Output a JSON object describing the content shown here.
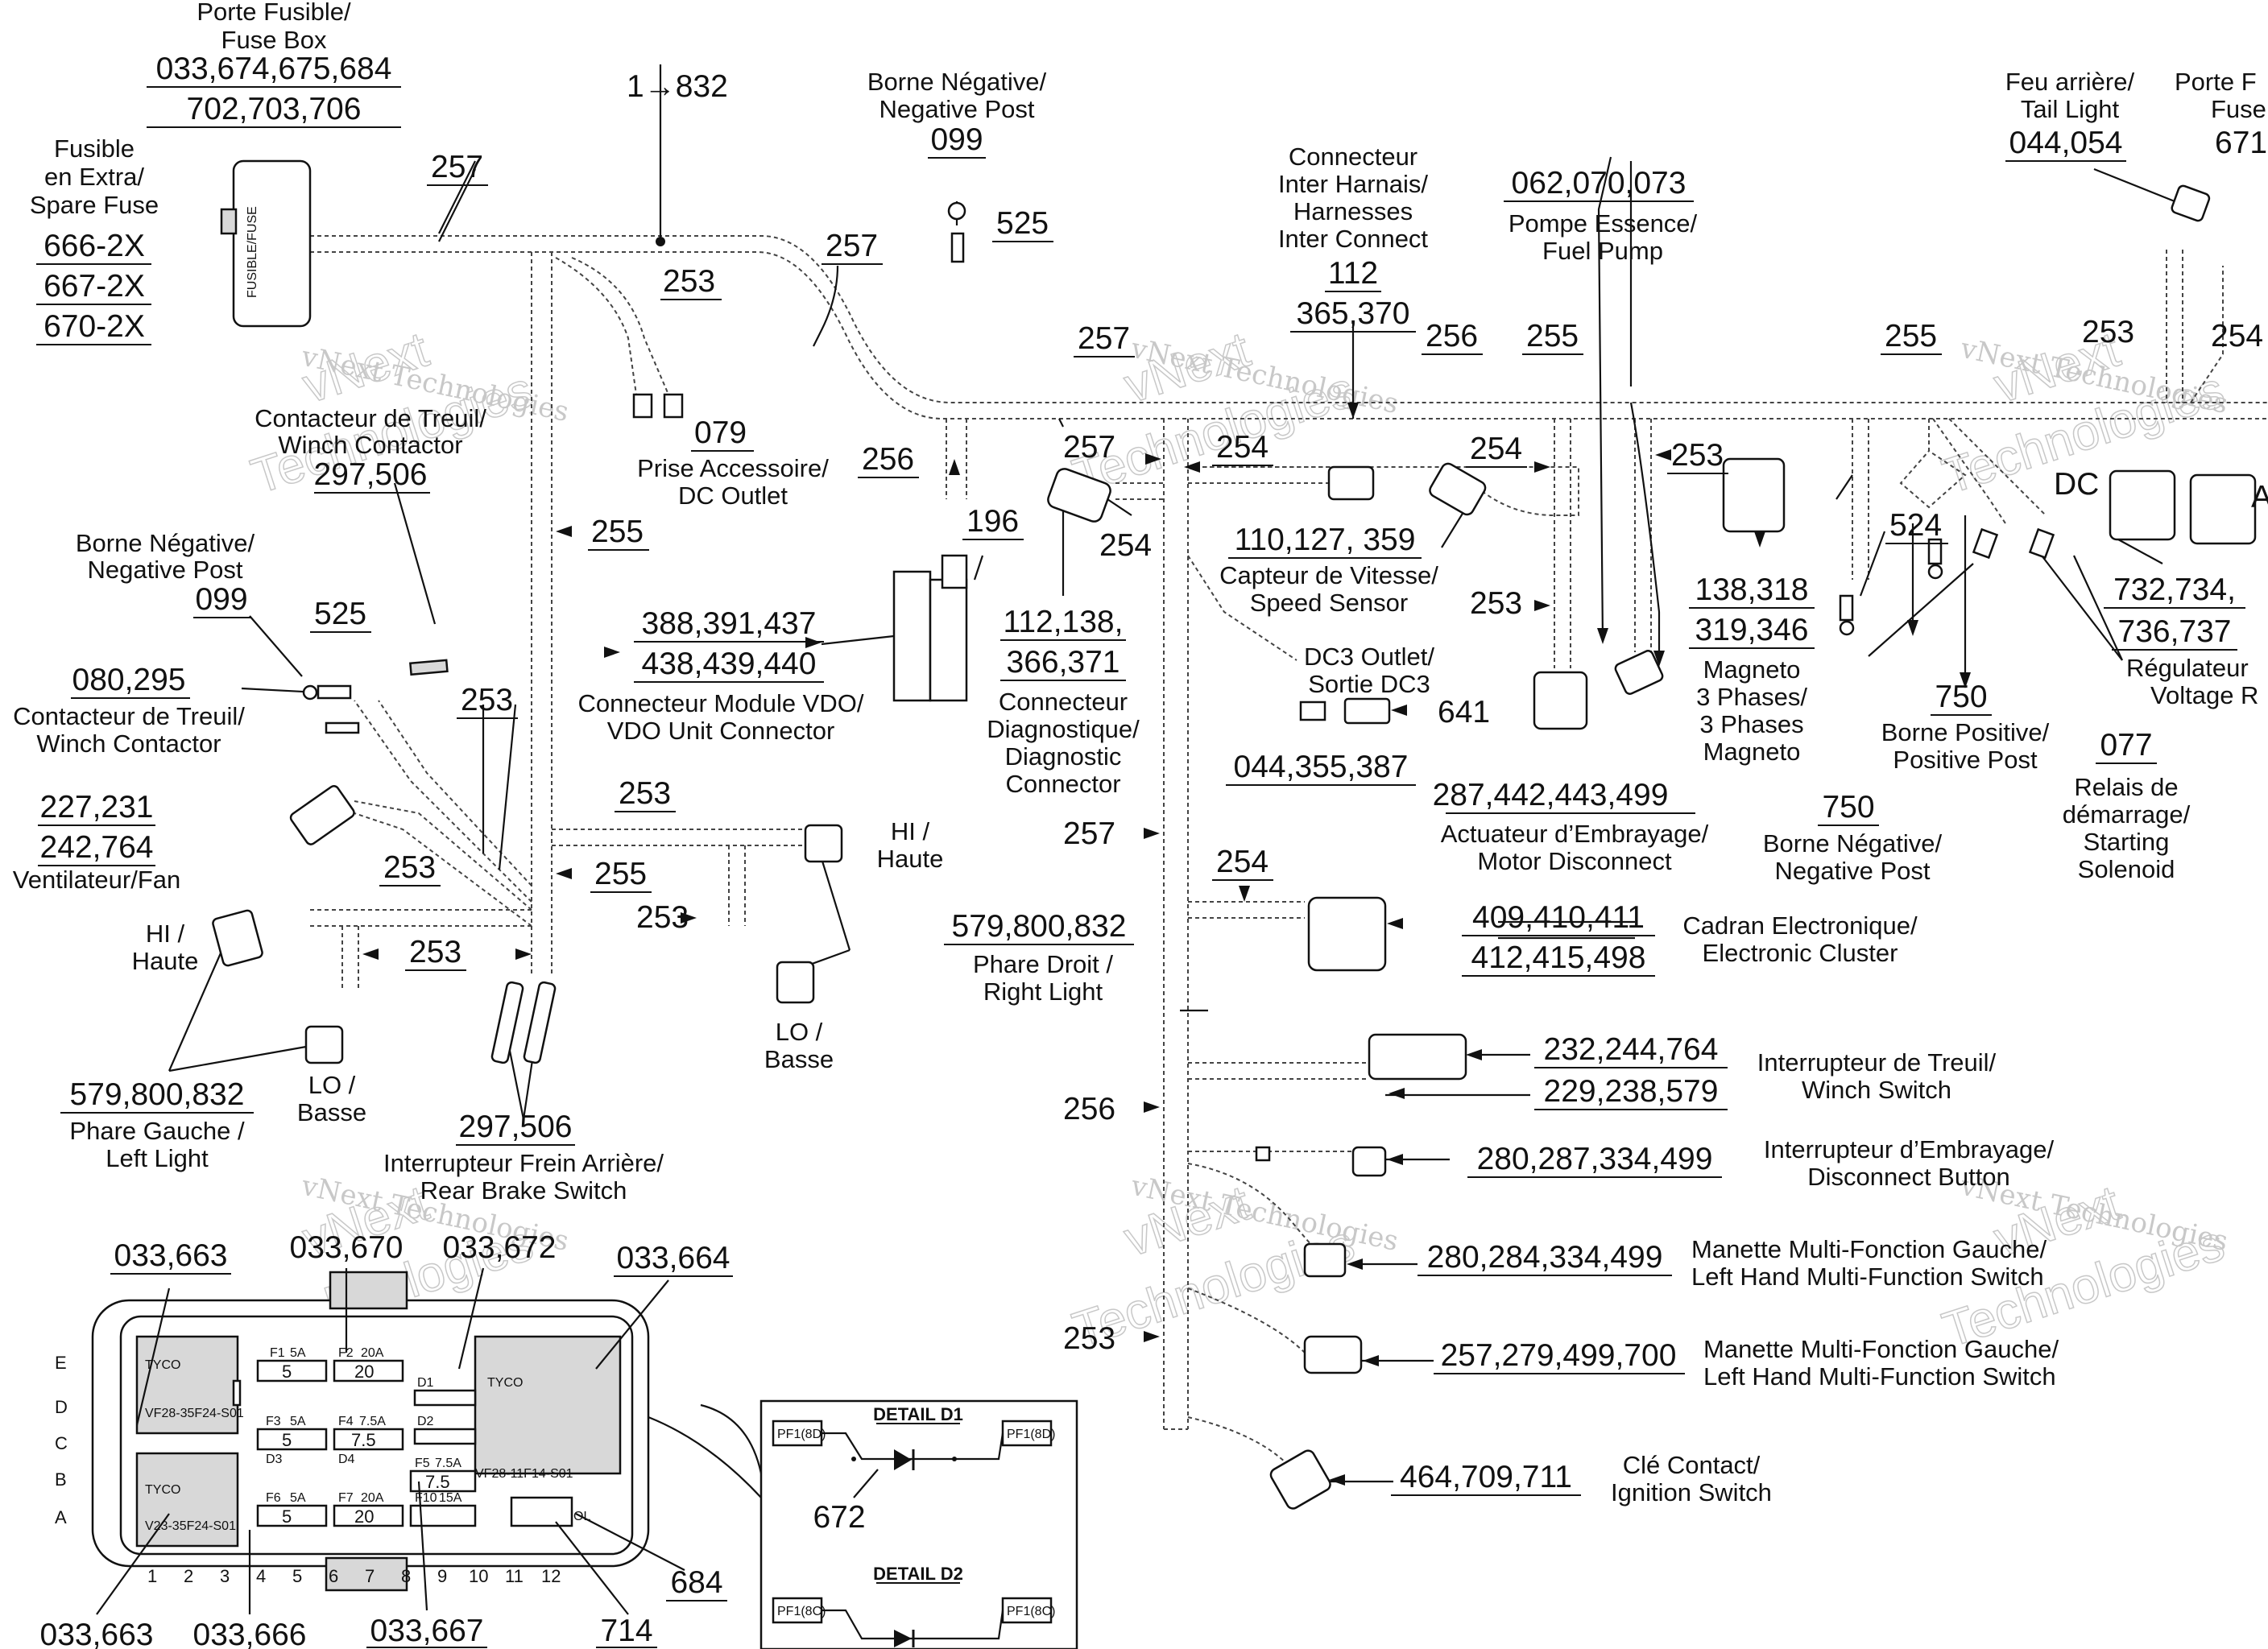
{
  "fuse_box": {
    "label_fr": "Porte Fusible/",
    "label_en": "Fuse Box",
    "refs": [
      "033,674,675,684",
      "702,703,706"
    ],
    "stamp": "FUSIBLE/FUSE"
  },
  "spare_fuse": {
    "label": [
      "Fusible",
      "en Extra/",
      "Spare Fuse"
    ],
    "refs": [
      "666-2X",
      "667-2X",
      "670-2X"
    ]
  },
  "range_ref": "1→832",
  "wires": {
    "w257": "257",
    "w256": "256",
    "w255": "255",
    "w254": "254",
    "w253": "253"
  },
  "negative_post_top": {
    "label": [
      "Borne Négative/",
      "Negative Post"
    ],
    "ref": "099",
    "part": "525"
  },
  "accessory_outlet": {
    "ref": "079",
    "label": [
      "Prise Accessoire/",
      "DC Outlet"
    ]
  },
  "winch_contactor_top": {
    "label": [
      "Contacteur de Treuil/",
      "Winch Contactor"
    ],
    "ref": "297,506"
  },
  "negative_post_left": {
    "label": [
      "Borne Négative/",
      "Negative Post"
    ],
    "ref": "099",
    "part": "525"
  },
  "winch_contactor_left": {
    "ref": "080,295",
    "label": [
      "Contacteur de Treuil/",
      "Winch Contactor"
    ]
  },
  "fan": {
    "refs": [
      "227,231",
      "242,764"
    ],
    "label": "Ventilateur/Fan"
  },
  "left_hi": [
    "HI /",
    "Haute"
  ],
  "left_lo": [
    "LO /",
    "Basse"
  ],
  "left_light": {
    "ref": "579,800,832",
    "label": [
      "Phare Gauche /",
      "Left Light"
    ]
  },
  "rear_brake": {
    "ref": "297,506",
    "label": [
      "Interrupteur Frein Arrière/",
      "Rear Brake Switch"
    ]
  },
  "right_hi": [
    "HI /",
    "Haute"
  ],
  "right_lo": [
    "LO /",
    "Basse"
  ],
  "right_light": {
    "ref": "579,800,832",
    "label": [
      "Phare Droit /",
      "Right Light"
    ]
  },
  "vdo": {
    "part": "196",
    "refs": [
      "388,391,437",
      "438,439,440"
    ],
    "label": [
      "Connecteur Module VDO/",
      "VDO Unit Connector"
    ]
  },
  "diag": {
    "refs": [
      "112,138,",
      "366,371"
    ],
    "label": [
      "Connecteur",
      "Diagnostique/",
      "Diagnostic",
      "Connector"
    ]
  },
  "inter_harness": {
    "label": [
      "Connecteur",
      "Inter Harnais/",
      "Harnesses",
      "Inter Connect"
    ],
    "refs": [
      "112",
      "365,370"
    ]
  },
  "speed_sensor": {
    "ref": "110,127, 359",
    "label": [
      "Capteur de Vitesse/",
      "Speed Sensor"
    ]
  },
  "dc3": {
    "label": [
      "DC3 Outlet/",
      "Sortie DC3"
    ],
    "part": "641",
    "ref": "044,355,387"
  },
  "fuel_pump": {
    "ref": "062,070,073",
    "label": [
      "Pompe Essence/",
      "Fuel Pump"
    ]
  },
  "magneto": {
    "refs": [
      "138,318",
      "319,346"
    ],
    "label": [
      "Magneto",
      "3 Phases/",
      "3 Phases",
      "Magneto"
    ]
  },
  "motor_disconnect": {
    "ref": "287,442,443,499",
    "label": [
      "Actuateur d’Embrayage/",
      "Motor Disconnect"
    ]
  },
  "tail_light": {
    "label": [
      "Feu arrière/",
      "Tail Light"
    ],
    "ref": "044,054"
  },
  "fuse_right": {
    "label": [
      "Porte F",
      "Fuse"
    ],
    "ref": "671"
  },
  "regulator": {
    "dc": "DC",
    "ac": "A",
    "refs": [
      "732,734,",
      "736,737"
    ],
    "label": [
      "Régulateur",
      "Voltage R"
    ]
  },
  "pos_post": {
    "part": "524",
    "ref": "750",
    "label": [
      "Borne Positive/",
      "Positive Post"
    ]
  },
  "neg_post_right": {
    "ref": "750",
    "label": [
      "Borne Négative/",
      "Negative Post"
    ]
  },
  "solenoid": {
    "ref": "077",
    "label": [
      "Relais de",
      "démarrage/",
      "Starting",
      "Solenoid"
    ]
  },
  "cluster": {
    "refs": [
      "409,410,411",
      "412,415,498"
    ],
    "label": [
      "Cadran Electronique/",
      "Electronic Cluster"
    ]
  },
  "winch_switch": {
    "refs": [
      "232,244,764",
      "229,238,579"
    ],
    "label": [
      "Interrupteur de Treuil/",
      "Winch Switch"
    ]
  },
  "disconnect_button": {
    "ref": "280,287,334,499",
    "label": [
      "Interrupteur d’Embrayage/",
      "Disconnect Button"
    ]
  },
  "lh_switch_1": {
    "ref": "280,284,334,499",
    "label": [
      "Manette Multi-Fonction Gauche/",
      "Left Hand Multi-Function Switch"
    ]
  },
  "lh_switch_2": {
    "ref": "257,279,499,700",
    "label": [
      "Manette Multi-Fonction Gauche/",
      "Left Hand Multi-Function Switch"
    ]
  },
  "ignition": {
    "ref": "464,709,711",
    "label": [
      "Clé Contact/",
      "Ignition Switch"
    ]
  },
  "fuse_detail": {
    "refs_top": [
      "033,663",
      "033,670",
      "033,672",
      "033,664"
    ],
    "refs_bottom": [
      "033,663",
      "033,666",
      "033,667",
      "714",
      "684"
    ],
    "rows": [
      "E",
      "D",
      "C",
      "B",
      "A"
    ],
    "cols": [
      "1",
      "2",
      "3",
      "4",
      "5",
      "6",
      "7",
      "8",
      "9",
      "10",
      "11",
      "12"
    ],
    "fuses": [
      {
        "name": "F1",
        "rating": "5A",
        "value": "5"
      },
      {
        "name": "F2",
        "rating": "20A",
        "value": "20"
      },
      {
        "name": "F3",
        "rating": "5A",
        "value": "5"
      },
      {
        "name": "F4",
        "rating": "7.5A",
        "value": "7.5"
      },
      {
        "name": "F5",
        "rating": "7.5A",
        "value": "7.5"
      },
      {
        "name": "F6",
        "rating": "5A",
        "value": "5"
      },
      {
        "name": "F7",
        "rating": "20A",
        "value": "20"
      },
      {
        "name": "F10",
        "rating": "15A",
        "value": ""
      }
    ],
    "diodes": [
      "D1",
      "D2",
      "D3",
      "D4"
    ],
    "tyco": "TYCO",
    "relay_code_1": "VF28-35F24-S01",
    "relay_code_2": "VF28-11F14-S01",
    "relay_code_3": "V23-35F24-S01",
    "ol": "OL"
  },
  "detail_d1": {
    "title": "DETAIL D1",
    "left": "PF1(8D)",
    "right": "PF1(8D)",
    "ref": "672"
  },
  "detail_d2": {
    "title": "DETAIL D2",
    "left": "PF1(8C)",
    "right": "PF1(8C)"
  },
  "watermark": [
    "vNext",
    "Technologies",
    "vNext Technologies"
  ]
}
